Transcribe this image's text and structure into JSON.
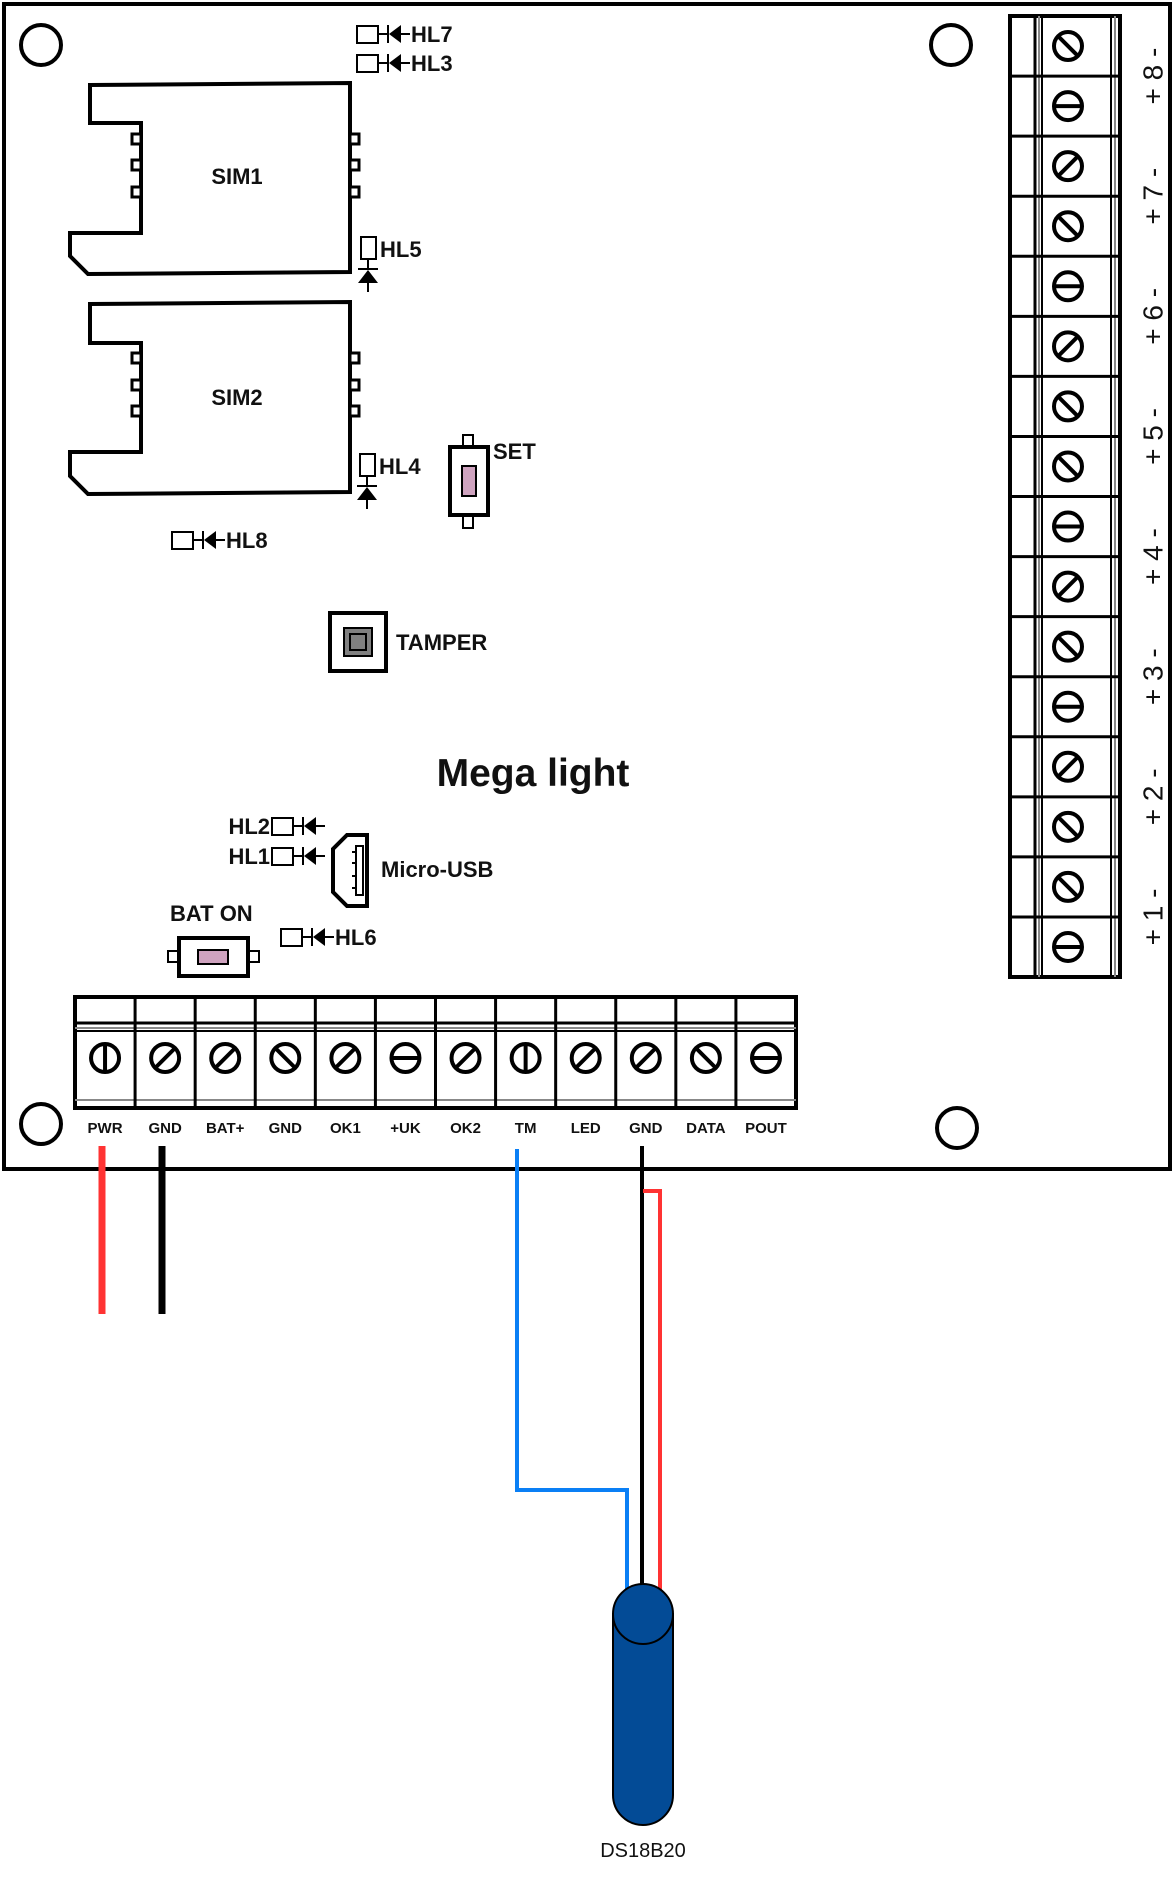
{
  "board": {
    "title": "Mega light",
    "sim_slots": [
      {
        "label": "SIM1"
      },
      {
        "label": "SIM2"
      }
    ],
    "leds": [
      {
        "label": "HL7",
        "orientation": "horizontal"
      },
      {
        "label": "HL3",
        "orientation": "horizontal"
      },
      {
        "label": "HL5",
        "orientation": "vertical"
      },
      {
        "label": "HL4",
        "orientation": "vertical"
      },
      {
        "label": "HL8",
        "orientation": "horizontal"
      },
      {
        "label": "HL2",
        "orientation": "horizontal"
      },
      {
        "label": "HL1",
        "orientation": "horizontal"
      },
      {
        "label": "HL6",
        "orientation": "horizontal"
      }
    ],
    "buttons": {
      "set": "SET",
      "tamper": "TAMPER",
      "bat_on": "BAT ON"
    },
    "usb_label": "Micro-USB",
    "colors": {
      "button_fill": "#cfa3bf",
      "tamper_fill": "#808080",
      "wire_red": "#ff3333",
      "wire_black": "#000000",
      "wire_blue": "#0a7ff5",
      "sensor_fill": "#034b96"
    }
  },
  "bottom_terminals": [
    {
      "label": "PWR",
      "screw": "vertical"
    },
    {
      "label": "GND",
      "screw": "slash"
    },
    {
      "label": "BAT+",
      "screw": "slash"
    },
    {
      "label": "GND",
      "screw": "backslash"
    },
    {
      "label": "OK1",
      "screw": "slash"
    },
    {
      "label": "+UK",
      "screw": "horizontal"
    },
    {
      "label": "OK2",
      "screw": "slash"
    },
    {
      "label": "TM",
      "screw": "vertical"
    },
    {
      "label": "LED",
      "screw": "slash"
    },
    {
      "label": "GND",
      "screw": "slash"
    },
    {
      "label": "DATA",
      "screw": "backslash"
    },
    {
      "label": "POUT",
      "screw": "horizontal"
    }
  ],
  "side_terminals": {
    "screws_top_to_bottom": [
      "backslash",
      "horizontal",
      "slash",
      "backslash",
      "horizontal",
      "slash",
      "backslash",
      "backslash",
      "horizontal",
      "slash",
      "backslash",
      "horizontal",
      "slash",
      "backslash",
      "backslash",
      "horizontal"
    ],
    "zones_top_to_bottom": [
      {
        "label": "+ 8 -"
      },
      {
        "label": "+ 7 -"
      },
      {
        "label": "+ 6 -"
      },
      {
        "label": "+ 5 -"
      },
      {
        "label": "+ 4 -"
      },
      {
        "label": "+ 3 -"
      },
      {
        "label": "+ 2 -"
      },
      {
        "label": "+ 1 -"
      }
    ]
  },
  "wiring": [
    {
      "terminal": "PWR",
      "color": "red"
    },
    {
      "terminal": "GND",
      "color": "black"
    },
    {
      "terminal": "TM",
      "color": "blue",
      "to": "DS18B20"
    },
    {
      "terminal": "GND",
      "color": "black",
      "to": "DS18B20"
    },
    {
      "terminal": "GND",
      "color": "red",
      "to": "DS18B20"
    }
  ],
  "sensor": {
    "label": "DS18B20"
  }
}
